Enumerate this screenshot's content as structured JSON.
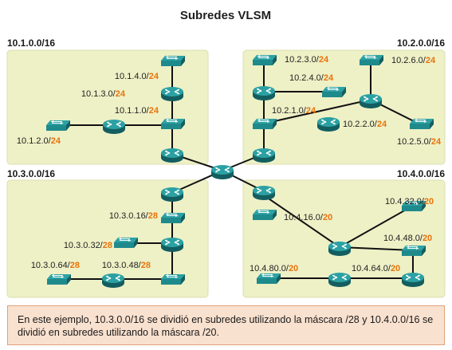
{
  "title": "Subredes VLSM",
  "quadrants": [
    {
      "label": "10.1.0.0/16"
    },
    {
      "label": "10.2.0.0/16"
    },
    {
      "label": "10.3.0.0/16"
    },
    {
      "label": "10.4.0.0/16"
    }
  ],
  "subnets": [
    {
      "net": "10.1.4.0/",
      "mask": "24"
    },
    {
      "net": "10.1.3.0/",
      "mask": "24"
    },
    {
      "net": "10.1.1.0/",
      "mask": "24"
    },
    {
      "net": "10.1.2.0/",
      "mask": "24"
    },
    {
      "net": "10.2.3.0/",
      "mask": "24"
    },
    {
      "net": "10.2.4.0/",
      "mask": "24"
    },
    {
      "net": "10.2.6.0/",
      "mask": "24"
    },
    {
      "net": "10.2.1.0/",
      "mask": "24"
    },
    {
      "net": "10.2.2.0/",
      "mask": "24"
    },
    {
      "net": "10.2.5.0/",
      "mask": "24"
    },
    {
      "net": "10.3.0.16/",
      "mask": "28"
    },
    {
      "net": "10.3.0.32/",
      "mask": "28"
    },
    {
      "net": "10.3.0.64/",
      "mask": "28"
    },
    {
      "net": "10.3.0.48/",
      "mask": "28"
    },
    {
      "net": "10.4.16.0/",
      "mask": "20"
    },
    {
      "net": "10.4.32.0/",
      "mask": "20"
    },
    {
      "net": "10.4.48.0/",
      "mask": "20"
    },
    {
      "net": "10.4.80.0/",
      "mask": "20"
    },
    {
      "net": "10.4.64.0/",
      "mask": "20"
    }
  ],
  "note": "En este ejemplo, 10.3.0.0/16 se dividió en subredes utilizando la máscara /28 y 10.4.0.0/16 se dividió en subredes utilizando la máscara /20.",
  "colors": {
    "quadrant_fill": "#eef0c6",
    "mask_text": "#e8740c",
    "device_teal": "#1f8a8c",
    "note_fill": "#f9e1cf",
    "note_border": "#e0a27a"
  },
  "icons": {
    "router": "router-icon",
    "switch": "switch-icon"
  }
}
